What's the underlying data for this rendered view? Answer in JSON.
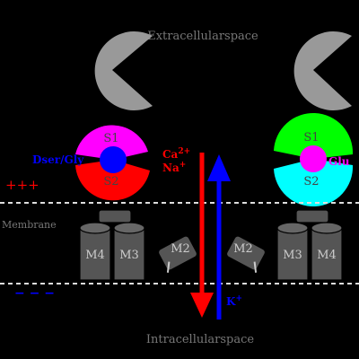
{
  "labels": {
    "extracellular": "Extracellularspace",
    "intracellular": "Intracellularspace",
    "membrane": "Membrane",
    "plus_charges": "+++",
    "minus_charges": "− − −",
    "ligand_left": "Dser/Gly",
    "ligand_right": "Glu",
    "ca_symbol": "Ca",
    "ca_charge": "2+",
    "na_symbol": "Na",
    "na_charge": "+",
    "k_symbol": "K",
    "k_charge": "+"
  },
  "left_subunit": {
    "s1": "S1",
    "s2": "S2",
    "m4": "M4",
    "m3": "M3",
    "m2": "M2"
  },
  "right_subunit": {
    "s1": "S1",
    "s2": "S2",
    "m3": "M3",
    "m4": "M4",
    "m2": "M2"
  },
  "colors": {
    "background": "#000000",
    "domain_gray": "#999999",
    "left_s1": "#ff00ff",
    "left_s2": "#ff0000",
    "left_ligand": "#0000ff",
    "right_s1": "#00ff00",
    "right_s2": "#00ffff",
    "right_ligand": "#ff00ff",
    "ca_na_arrow": "#ff0000",
    "k_arrow": "#0000ff",
    "plus_text": "#ff0000",
    "minus_text": "#0000ff",
    "helix_fill": "#555555",
    "label_text": "#777777"
  }
}
